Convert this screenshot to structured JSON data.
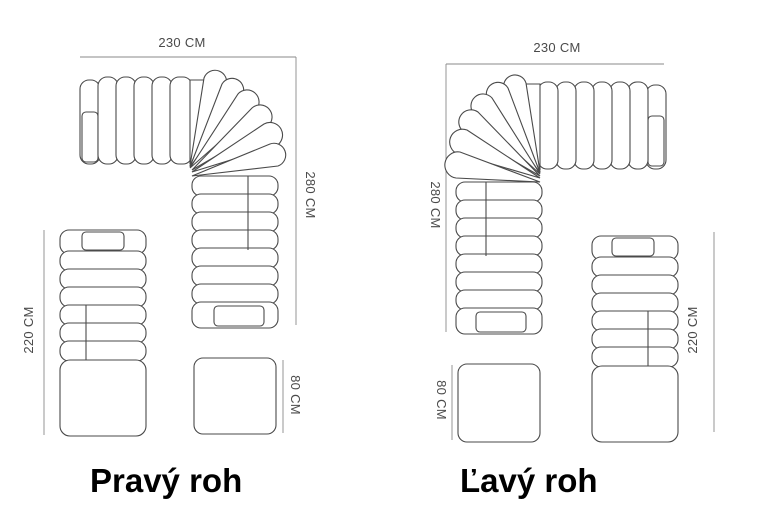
{
  "left_config": {
    "caption": "Pravý roh",
    "dim_width": "230 CM",
    "dim_depth": "280 CM",
    "dim_chaise": "220 CM",
    "dim_ottoman": "80 CM"
  },
  "right_config": {
    "caption": "Ľavý roh",
    "dim_width": "230 CM",
    "dim_depth": "280 CM",
    "dim_chaise": "220 CM",
    "dim_ottoman": "80 CM"
  },
  "colors": {
    "line": "#4a4a4a",
    "dimension": "#8a8a8a",
    "text": "#000000"
  }
}
